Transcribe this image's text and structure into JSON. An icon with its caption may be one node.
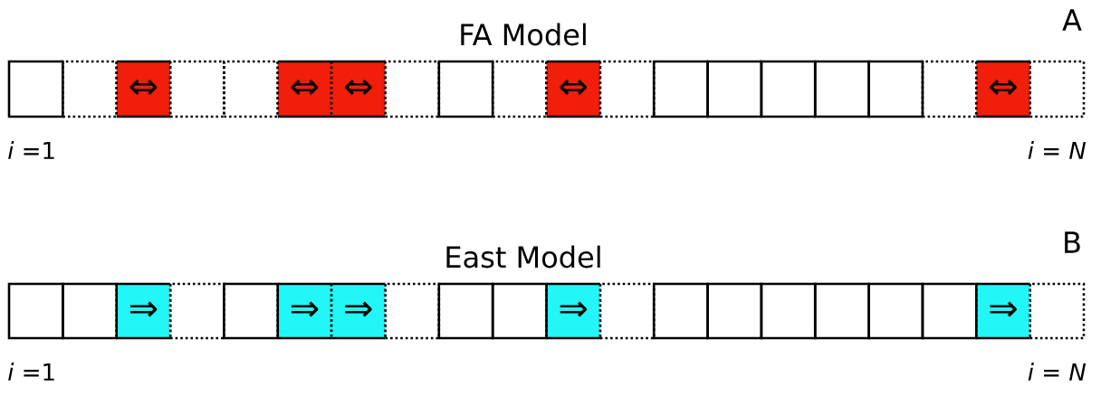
{
  "diagram": {
    "nodes": [
      {
        "text": [],
        "shape": "box"
      },
      {
        "text": [],
        "shape": "box"
      },
      {
        "text": [
          "⇔"
        ]
      },
      {
        "text": [],
        "shape": "box"
      },
      {
        "text": [],
        "shape": "box"
      },
      {
        "text": [
          "⇔"
        ]
      },
      {
        "text": [
          "⇔"
        ]
      },
      {
        "text": [],
        "shape": "box"
      },
      {
        "text": [],
        "shape": "box"
      },
      {
        "text": [],
        "shape": "box"
      },
      {
        "text": [
          "⇔"
        ]
      },
      {
        "text": [],
        "shape": "box"
      },
      {
        "text": [],
        "shape": "box"
      },
      {
        "text": [],
        "shape": "box"
      },
      {
        "text": [],
        "shape": "box"
      },
      {
        "text": [],
        "shape": "box"
      },
      {
        "text": [],
        "shape": "box"
      },
      {
        "text": [],
        "shape": "box"
      },
      {
        "text": [
          "⇔"
        ]
      },
      {
        "text": [],
        "shape": "box"
      },
      {
        "text": [],
        "shape": "box"
      },
      {
        "text": [],
        "shape": "box"
      },
      {
        "text": [
          "⇒"
        ]
      },
      {
        "text": [],
        "shape": "box"
      },
      {
        "text": [],
        "shape": "box"
      },
      {
        "text": [
          "⇒"
        ]
      },
      {
        "text": [
          "⇒"
        ]
      },
      {
        "text": [],
        "shape": "box"
      },
      {
        "text": [],
        "shape": "box"
      },
      {
        "text": [],
        "shape": "box"
      },
      {
        "text": [
          "⇒"
        ]
      },
      {
        "text": [],
        "shape": "box"
      },
      {
        "text": [],
        "shape": "box"
      },
      {
        "text": [],
        "shape": "box"
      },
      {
        "text": [],
        "shape": "box"
      },
      {
        "text": [],
        "shape": "box"
      },
      {
        "text": [],
        "shape": "box"
      },
      {
        "text": [],
        "shape": "box"
      },
      {
        "text": [
          "⇒"
        ]
      },
      {
        "text": [],
        "shape": "box"
      }
    ],
    "labels": [
      "FA Model",
      "A",
      "*i* =1",
      "*i* = *N*",
      "East Model",
      "B",
      "*i* =1",
      "*i* = *N*"
    ]
  }
}
